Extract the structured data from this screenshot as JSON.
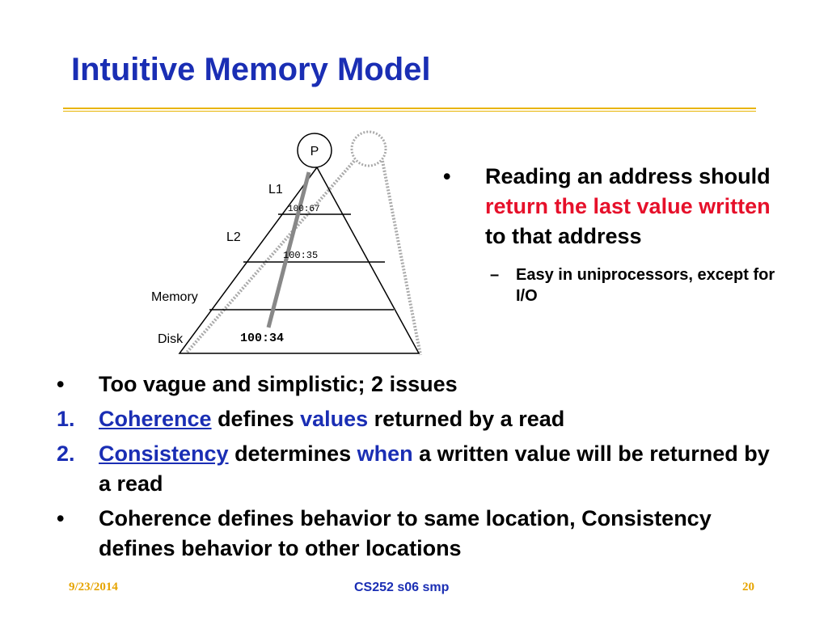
{
  "slide": {
    "title": "Intuitive Memory Model"
  },
  "diagram": {
    "processor_label": "P",
    "levels": {
      "l1": "L1",
      "l2": "L2",
      "memory": "Memory",
      "disk": "Disk"
    },
    "values": {
      "l1": "100:67",
      "l2": "100:35",
      "disk": "100:34"
    }
  },
  "side_bullet": {
    "mark": "•",
    "text_1": "Reading an address should ",
    "highlight": "return the last value written",
    "text_2": " to that address",
    "sub_mark": "–",
    "sub_text": "Easy in uniprocessors, except for I/O"
  },
  "bullets": [
    {
      "mark": "•",
      "text": "Too vague and simplistic; 2 issues"
    },
    {
      "mark": "1.",
      "term": "Coherence",
      "text_1": " defines ",
      "emph": "values",
      "text_2": " returned by a read"
    },
    {
      "mark": "2.",
      "term": "Consistency",
      "text_1": " determines ",
      "emph": "when",
      "text_2": " a written value will be returned by a read"
    },
    {
      "mark": "•",
      "text": "Coherence defines behavior to same location, Consistency defines behavior to other locations"
    }
  ],
  "footer": {
    "date": "9/23/2014",
    "course": "CS252 s06 smp",
    "page": "20"
  },
  "colors": {
    "title_blue": "#1a2eb4",
    "highlight_red": "#e6102a",
    "rule_gold": "#e8b400"
  }
}
